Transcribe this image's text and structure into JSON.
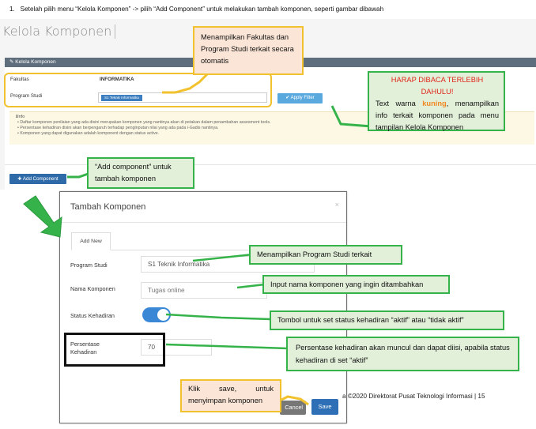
{
  "step": {
    "number": "1.",
    "text": "Setelah pilih menu “Kelola Komponen” -> pilih “Add Component” untuk melakukan tambah komponen, seperti gambar dibawah"
  },
  "top_screenshot": {
    "app_title": "Kelola Komponen",
    "panel_header": "Kelola Komponen",
    "fakultas_label": "Fakultas",
    "fakultas_value": "INFORMATIKA",
    "program_studi_label": "Program Studi",
    "program_studi_chip": "S1 Teknik Informatika",
    "apply_filter": "Apply Filter",
    "info": {
      "title": "Info",
      "items": [
        "Daftar komponen penilaian yang ada disini merupakan komponen yang nantinya akan di petakan dalam penambahan assesment tools.",
        "Persentase kehadiran disini akan berpengaruh terhadap penginputan nilai yang ada pada i-Gadis nantinya.",
        "Komponen yang dapat digunakan adalah komponent dengan status active."
      ]
    },
    "add_component": "Add Component"
  },
  "callouts": {
    "fakultas": "Menampilkan Fakultas dan Program Studi terkait secara otomatis",
    "harap_title": "HARAP DIBACA TERLEBIH DAHULU!",
    "harap_body_pre": "Text warna ",
    "harap_body_highlight": "kuning",
    "harap_body_post": ", menampilkan info terkait komponen pada menu tampilan Kelola Komponen",
    "add_component": "“Add component” untuk tambah komponen",
    "program_studi": "Menampilkan Program Studi terkait",
    "nama_komponen": "Input nama komponen yang ingin ditambahkan",
    "status": "Tombol untuk set status kehadiran “aktif” atau “tidak aktif”",
    "persentase": "Persentase kehadiran akan muncul dan dapat diisi, apabila status kehadiran di set “aktif”",
    "save": "Klik save, untuk menyimpan komponen"
  },
  "modal": {
    "title": "Tambah Komponen",
    "close": "×",
    "tab": "Add New",
    "program_studi_label": "Program Studi",
    "program_studi_value": "S1 Teknik Informatika",
    "nama_komponen_label": "Nama Komponen",
    "nama_komponen_placeholder": "Tugas online",
    "status_label": "Status Kehadiran",
    "persentase_label_1": "Persentase",
    "persentase_label_2": "Kehadiran",
    "persentase_value": "70",
    "cancel": "Cancel",
    "save": "Save"
  },
  "footer": "a ©2020 Direktorat Pusat Teknologi Informasi | 15",
  "colors": {
    "callout_yellow_border": "#f2c12e",
    "callout_yellow_fill": "#fbe5d6",
    "callout_green_border": "#35b34a",
    "callout_green_fill": "#e2efd9",
    "warning_red": "#e0271a",
    "highlight_orange": "#f08a24"
  }
}
